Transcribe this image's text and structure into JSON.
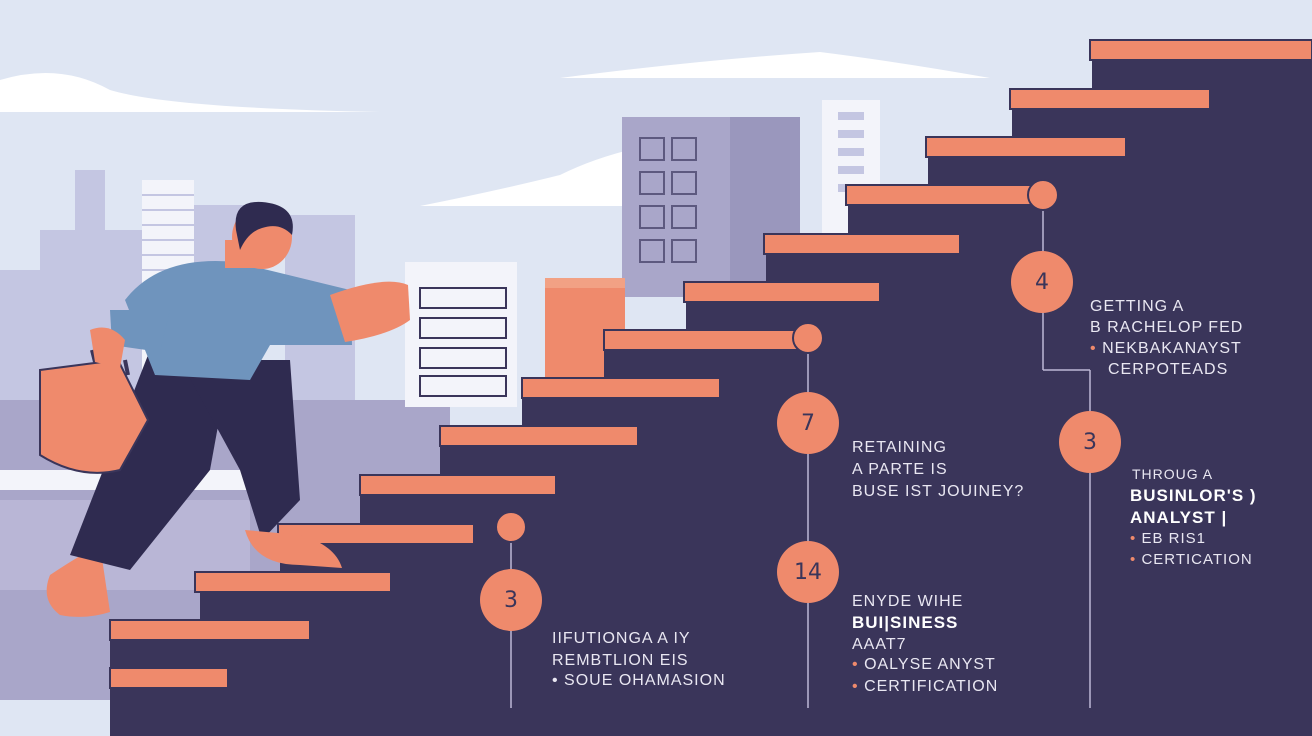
{
  "milestones": [
    {
      "number": "3",
      "lines": [
        "IIFUTIONGA A IY",
        "REMBTLION EIS"
      ],
      "bullets": [
        "SOUE OHAMASION"
      ]
    },
    {
      "number": "7",
      "lines": [
        "RETAINING",
        "A PARTE IS",
        "BUSE IST JOUINEY?"
      ],
      "bullets": []
    },
    {
      "number": "14",
      "lines": [
        "ENYDE WIHE",
        "BUI|SINESS",
        "AAAT7"
      ],
      "bullets": [
        "OALYSE ANYST",
        "CERTIFICATION"
      ]
    },
    {
      "number": "4",
      "lines": [
        "GETTING A",
        "B RACHELOP FED"
      ],
      "bullets": [
        "NEKBAKANAYST",
        "CERPOTEADS"
      ]
    },
    {
      "number": "3",
      "lines": [
        "THROUG A",
        "BUSINLOR'S )",
        "ANALYST |"
      ],
      "bullets": [
        "EB RIS1",
        "CERTICATION"
      ]
    }
  ],
  "colors": {
    "sky": "#dfe6f3",
    "stairs": "#3a355a",
    "accent": "#ef8a6c",
    "building": "#a9a6c9",
    "shirt": "#6f94bd"
  }
}
